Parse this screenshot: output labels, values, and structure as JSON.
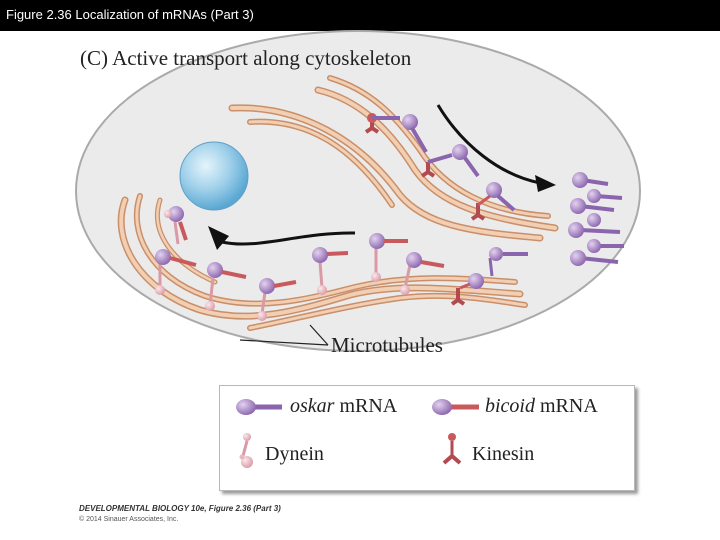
{
  "header": {
    "title": "Figure 2.36  Localization of mRNAs (Part 3)"
  },
  "figure": {
    "panel_title": "(C)  Active transport along cytoskeleton",
    "microtubules_label": "Microtubules"
  },
  "legend": {
    "oskar_italic": "oskar",
    "oskar_suffix": " mRNA",
    "bicoid_italic": "bicoid",
    "bicoid_suffix": " mRNA",
    "dynein": "Dynein",
    "kinesin": "Kinesin"
  },
  "credit": {
    "line1": "DEVELOPMENTAL BIOLOGY 10e, Figure 2.36 (Part 3)",
    "line2": "© 2014 Sinauer Associates, Inc."
  },
  "colors": {
    "oskar": "#9a7ab8",
    "bicoid": "#c85a5e",
    "dynein": "#e8b8c0",
    "kinesin": "#c85a5e",
    "microtubule": "#f0c8a8",
    "nucleus": "#8cc4e4",
    "cell": "#ebebeb"
  }
}
